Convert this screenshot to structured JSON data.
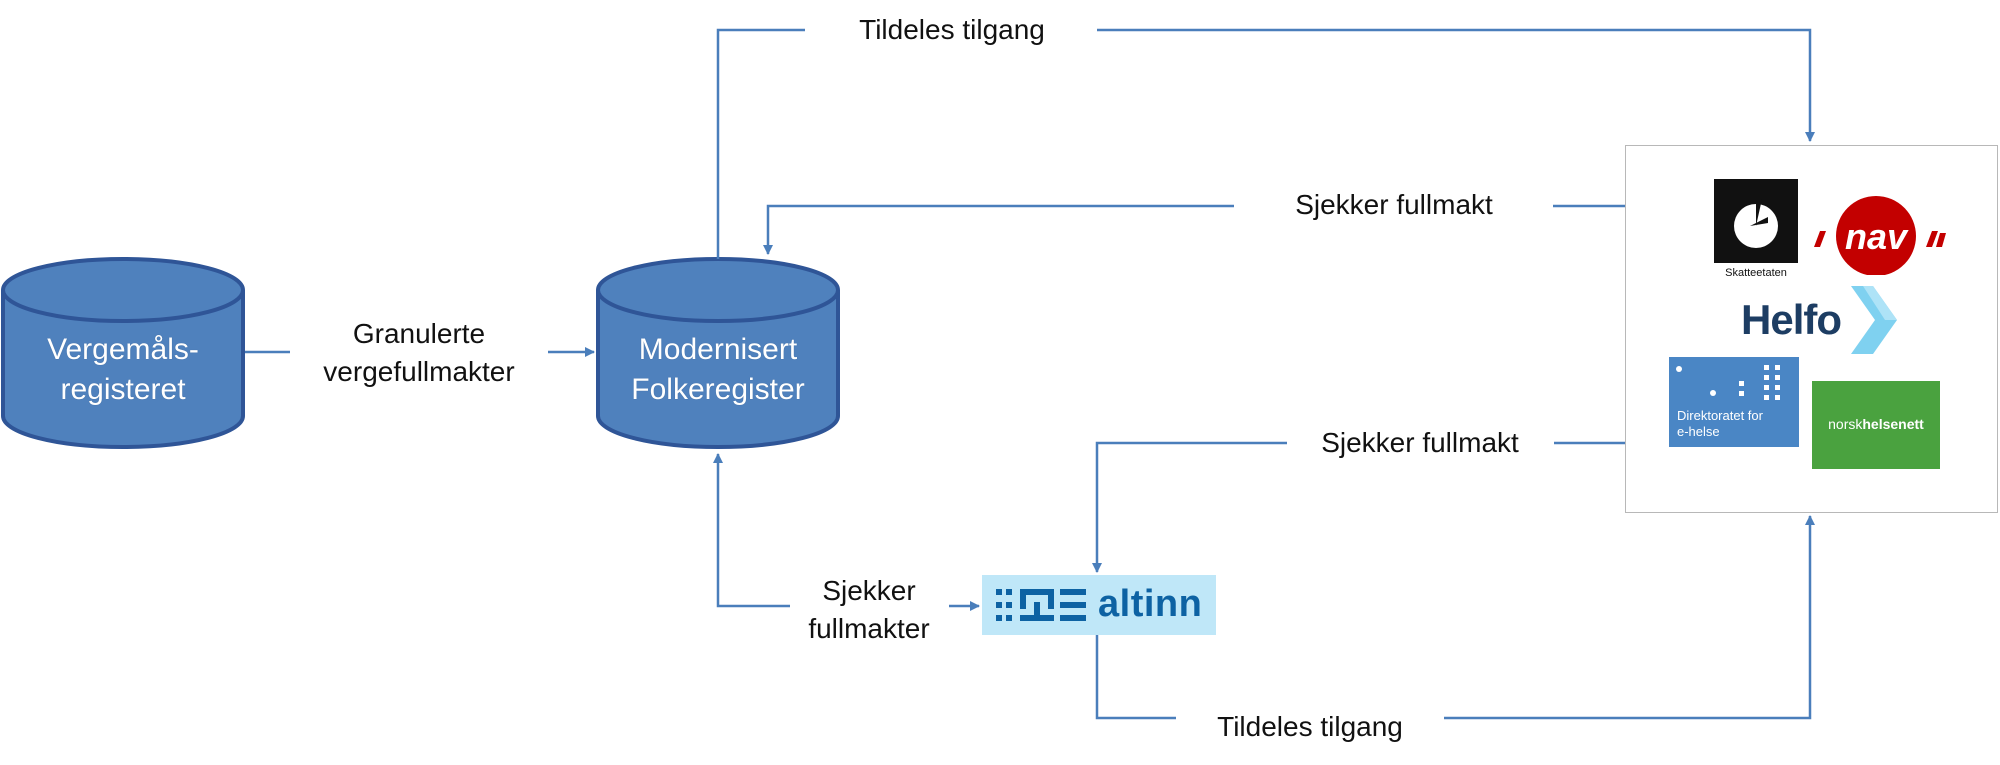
{
  "colors": {
    "cylinder_fill": "#4f81bd",
    "cylinder_stroke": "#2f5597",
    "arrow": "#4a7ebb",
    "altinn_bg": "#bfe7f8",
    "altinn_text": "#0d62a3"
  },
  "nodes": {
    "vergemal": {
      "line1": "Vergemåls-",
      "line2": "registeret"
    },
    "folkeregister": {
      "line1": "Modernisert",
      "line2": "Folkeregister"
    },
    "altinn": {
      "label": "altinn",
      "icon": "altinn-logo-icon"
    },
    "agencies": {
      "skatteetaten": {
        "caption": "Skatteetaten",
        "icon": "skatteetaten-logo-icon"
      },
      "nav": {
        "label": "nav",
        "icon": "nav-logo-icon"
      },
      "helfo": {
        "label": "Helfo",
        "icon": "helfo-chevron-icon"
      },
      "direktoratet": {
        "label": "Direktoratet for\ne-helse",
        "icon": "ehelse-dots-icon"
      },
      "norsk_helsenett": {
        "label_light": "norsk",
        "label_bold": "helsenett"
      }
    }
  },
  "edges": {
    "granulerte": {
      "line1": "Granulerte",
      "line2": "vergefullmakter"
    },
    "tildeles_top": {
      "label": "Tildeles tilgang"
    },
    "sjekker_top": {
      "label": "Sjekker fullmakt"
    },
    "sjekker_mid": {
      "label": "Sjekker fullmakt"
    },
    "sjekker_altinn": {
      "line1": "Sjekker",
      "line2": "fullmakter"
    },
    "tildeles_bottom": {
      "label": "Tildeles tilgang"
    }
  }
}
